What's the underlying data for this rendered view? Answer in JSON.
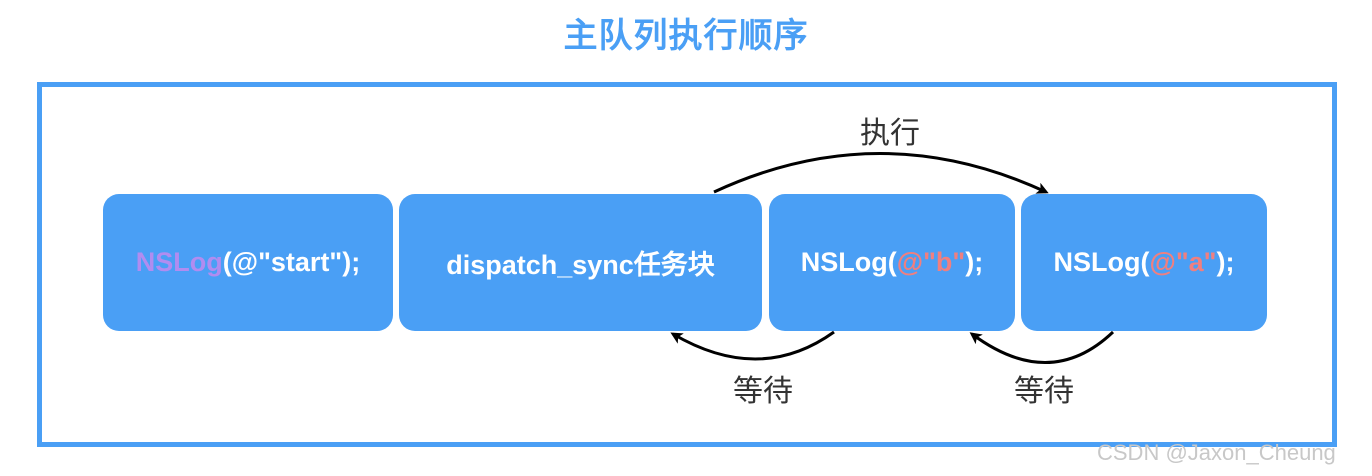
{
  "title": "主队列执行顺序",
  "boxes": [
    {
      "pre": "",
      "highlight": "NSLog",
      "post": "(@\"start\");",
      "highlight_color": "#b18cf0"
    },
    {
      "text": "dispatch_sync任务块"
    },
    {
      "pre": "NSLog(",
      "highlight": "@\"b\"",
      "post": ");",
      "highlight_color": "#f07f7f"
    },
    {
      "pre": "NSLog(",
      "highlight": "@\"a\"",
      "post": ");",
      "highlight_color": "#f07f7f"
    }
  ],
  "labels": {
    "execute": "执行",
    "wait_1": "等待",
    "wait_2": "等待"
  },
  "watermark": "CSDN @Jaxon_Cheung",
  "colors": {
    "accent": "#4a9ff5",
    "box_text": "#ffffff",
    "arrow": "#000000"
  }
}
